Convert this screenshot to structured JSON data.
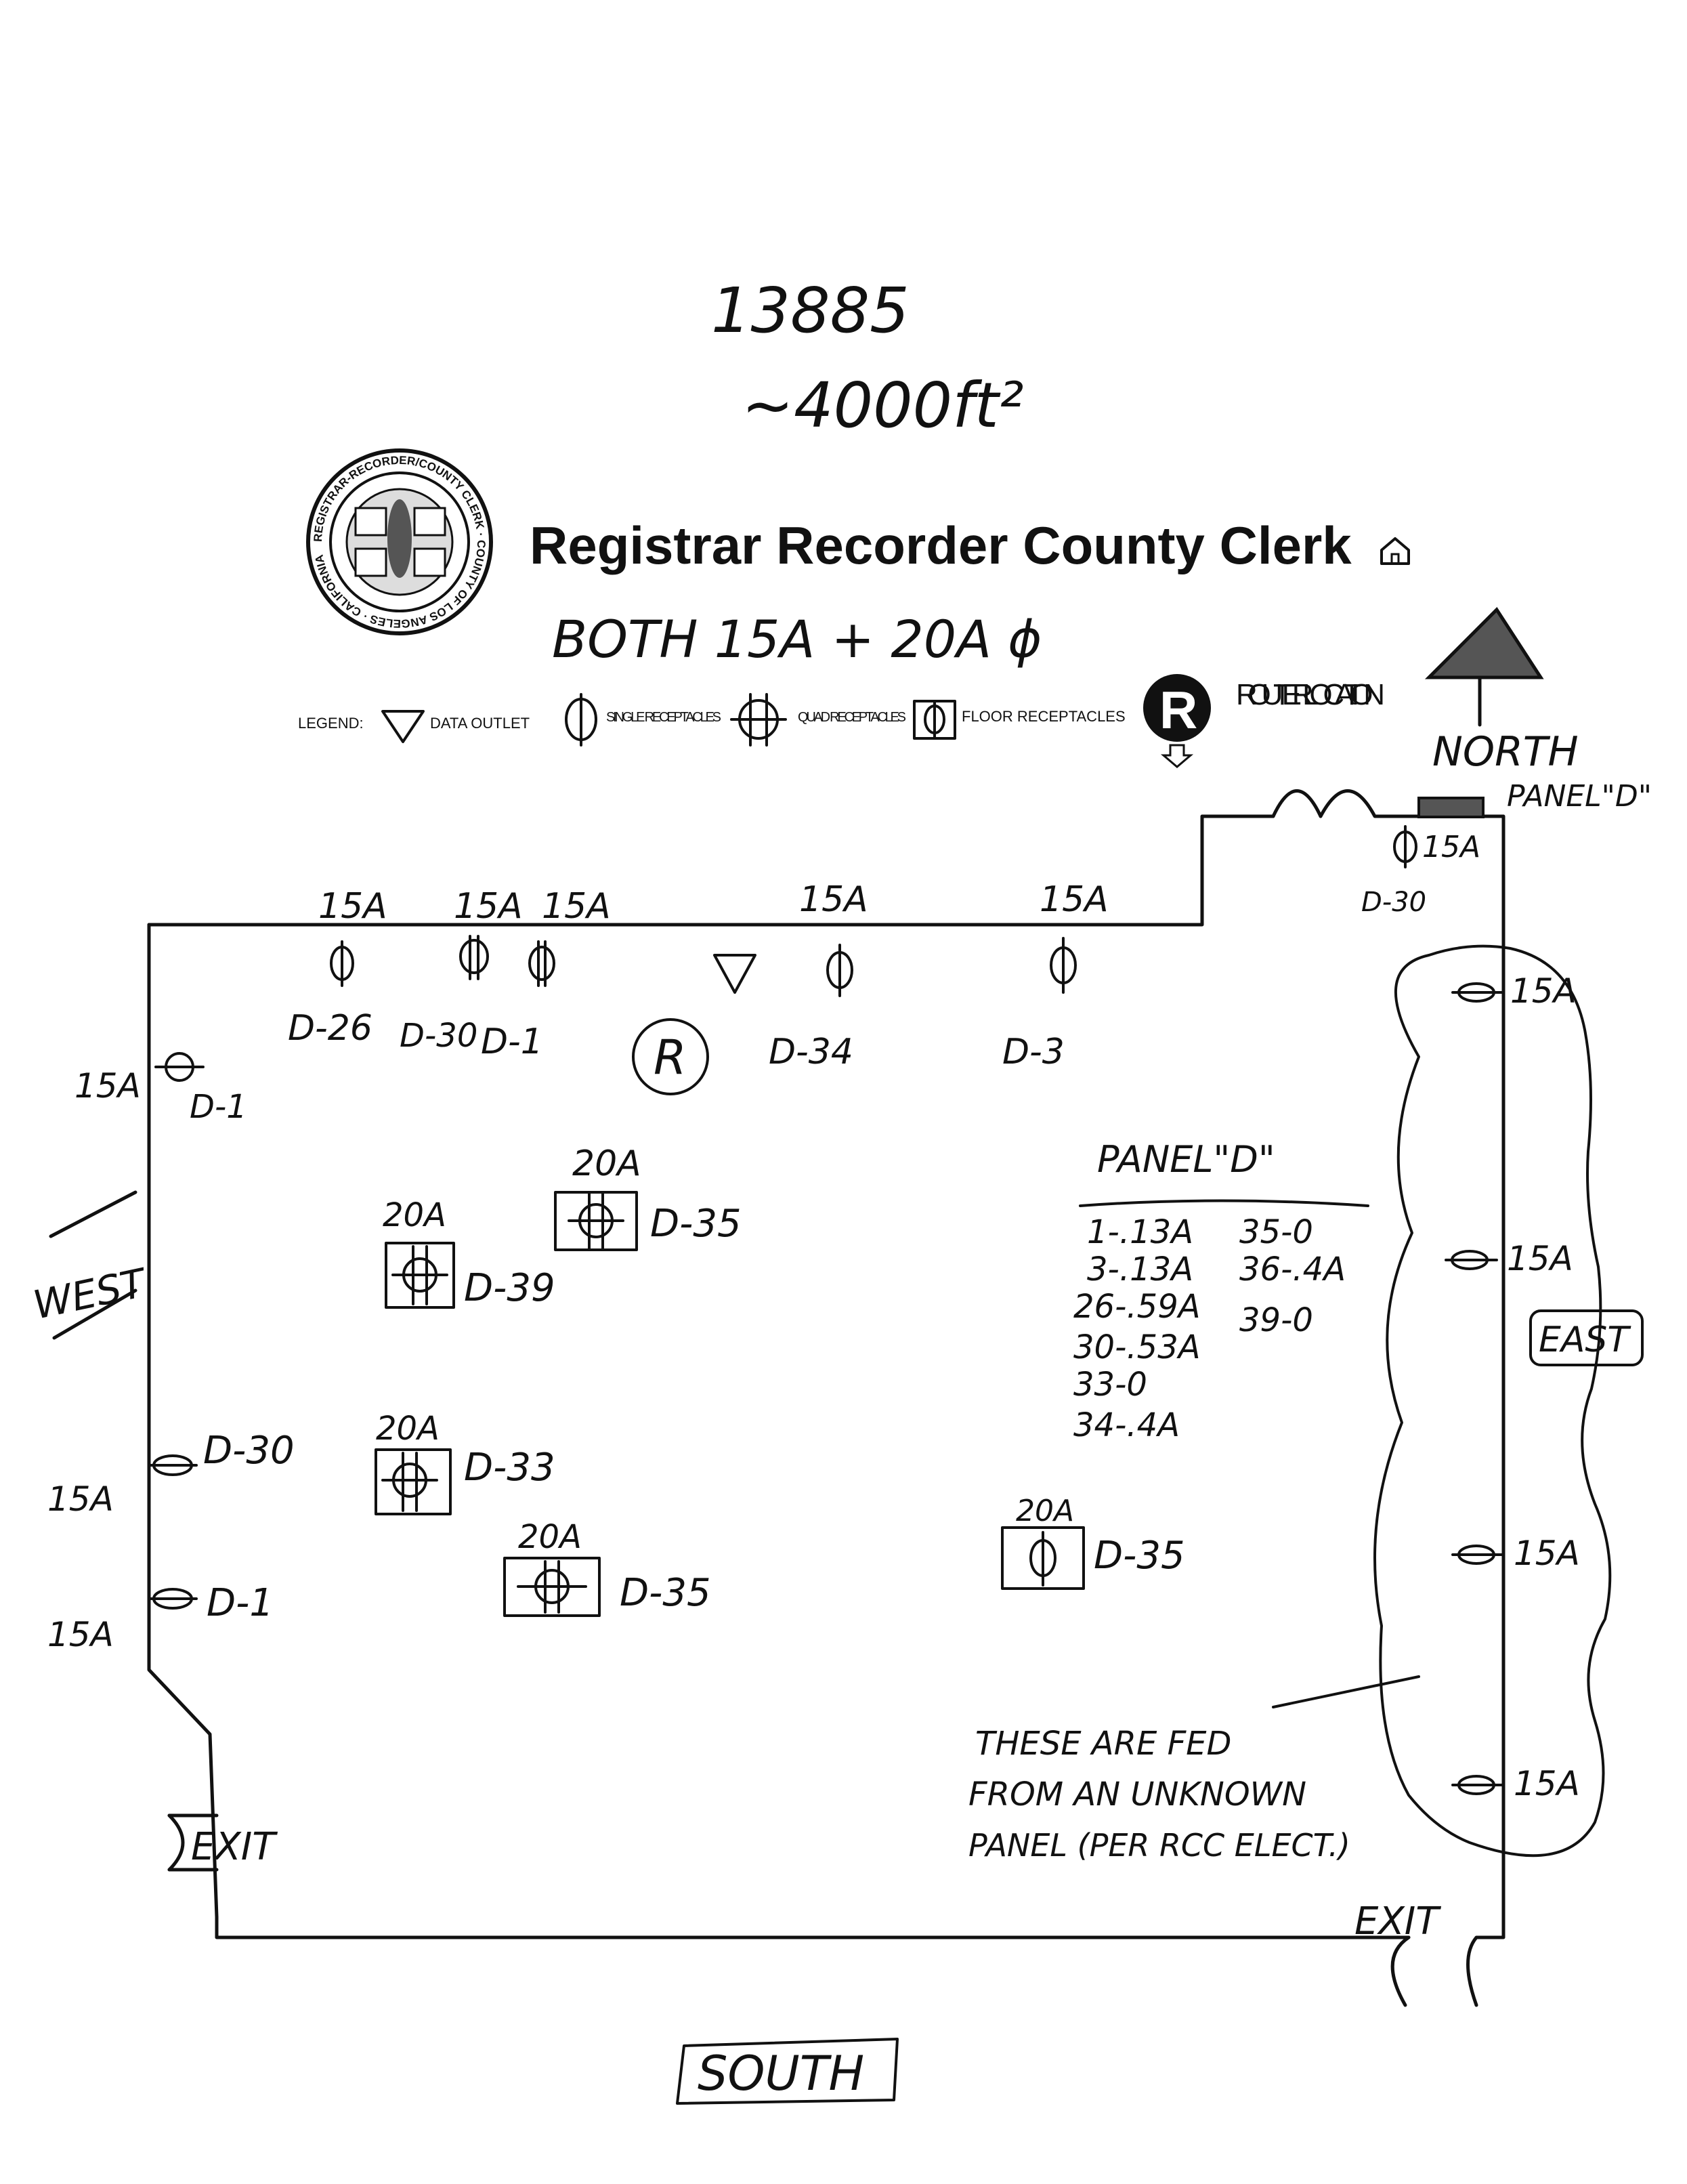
{
  "header": {
    "job_number": "13885",
    "area_note": "~4000ft²",
    "seal_text": "REGISTRAR-RECORDER/COUNTY CLERK · COUNTY OF LOS ANGELES · CALIFORNIA",
    "title": "Registrar Recorder County Clerk",
    "note_both": "BOTH 15A + 20A ɸ"
  },
  "legend": {
    "label": "LEGEND:",
    "items": [
      {
        "icon": "triangle-data-outlet-icon",
        "label": "DATA OUTLET"
      },
      {
        "icon": "single-receptacle-icon",
        "label": "SINGLE RECEPTACLES"
      },
      {
        "icon": "quad-receptacle-icon",
        "label": "QUAD RECEPTACLES"
      },
      {
        "icon": "floor-receptacle-icon",
        "label": "FLOOR RECEPTACLES"
      },
      {
        "icon": "router-icon",
        "symbol": "R",
        "label": "ROUTER LOCATION"
      }
    ]
  },
  "compass": {
    "north": "NORTH",
    "south": "SOUTH",
    "east": "EAST",
    "west": "WEST"
  },
  "panel_note_top": "PANEL\"D\"",
  "top_wall": [
    {
      "amp": "15A",
      "circuit": "D-26"
    },
    {
      "amp": "15A",
      "circuit": "D-30"
    },
    {
      "amp": "15A",
      "circuit": "D-1"
    },
    {
      "amp": "15A",
      "circuit": "D-34"
    },
    {
      "amp": "15A",
      "circuit": "D-3"
    }
  ],
  "northeast": {
    "amp": "15A",
    "circuit": "D-30"
  },
  "west_wall": [
    {
      "amp": "15A",
      "circuit": "D-1"
    },
    {
      "amp": "15A",
      "circuit": "D-30"
    },
    {
      "amp": "15A",
      "circuit": "D-1"
    }
  ],
  "floor": [
    {
      "amp": "20A",
      "circuit": "D-35"
    },
    {
      "amp": "20A",
      "circuit": "D-39"
    },
    {
      "amp": "20A",
      "circuit": "D-33"
    },
    {
      "amp": "20A",
      "circuit": "D-35"
    },
    {
      "amp": "20A",
      "circuit": "D-35"
    }
  ],
  "router_symbol": "R",
  "panel_table": {
    "title": "PANEL\"D\"",
    "left": [
      "1-.13A",
      "3-.13A",
      "26-.59A",
      "30-.53A",
      "33-0",
      "34-.4A"
    ],
    "right": [
      "35-0",
      "36-.4A",
      "39-0"
    ]
  },
  "east_wall": [
    "15A",
    "15A",
    "15A",
    "15A"
  ],
  "east_note": [
    "THESE ARE FED",
    "FROM AN UNKNOWN",
    "PANEL (PER RCC ELECT.)"
  ],
  "exits": {
    "west": "EXIT",
    "south_east": "EXIT"
  }
}
